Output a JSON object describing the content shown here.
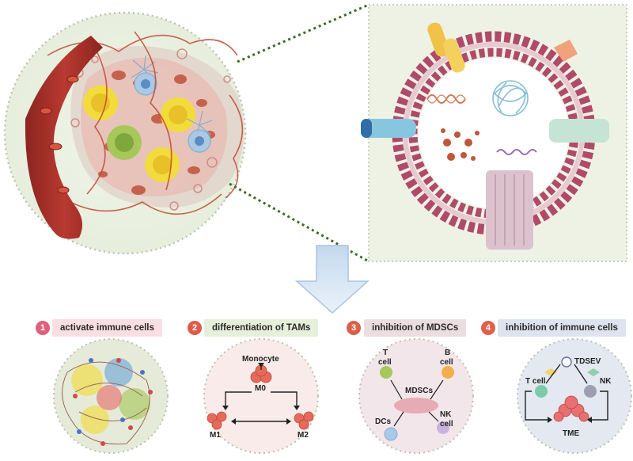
{
  "panels": [
    {
      "number": "1",
      "title": "activate immune cells",
      "badge_color": "#e0607a",
      "pill_color": "#f9dfe4"
    },
    {
      "number": "2",
      "title": "differentiation of TAMs",
      "badge_color": "#e05a4a",
      "pill_color": "#e6efd9"
    },
    {
      "number": "3",
      "title": "inhibition of MDSCs",
      "badge_color": "#d9604a",
      "pill_color": "#ecdde0"
    },
    {
      "number": "4",
      "title": "inhibition of immune cells",
      "badge_color": "#e0604a",
      "pill_color": "#dde4ef"
    }
  ],
  "tam": {
    "monocyte": "Monocyte",
    "m0": "M0",
    "m1": "M1",
    "m2": "M2"
  },
  "mdsc": {
    "t_cell_line1": "T",
    "t_cell_line2": "cell",
    "b_cell_line1": "B",
    "b_cell_line2": "cell",
    "mdscs": "MDSCs",
    "dcs": "DCs",
    "nk_line1": "NK",
    "nk_line2": "cell"
  },
  "immune": {
    "tdsev": "TDSEV",
    "t_cell": "T cell",
    "nk": "NK",
    "tme": "TME"
  },
  "colors": {
    "vessel": "#a8322e",
    "membrane": "#b04a6a",
    "box_bg": "#eef2e4",
    "arrow": "#d4e4f2"
  }
}
